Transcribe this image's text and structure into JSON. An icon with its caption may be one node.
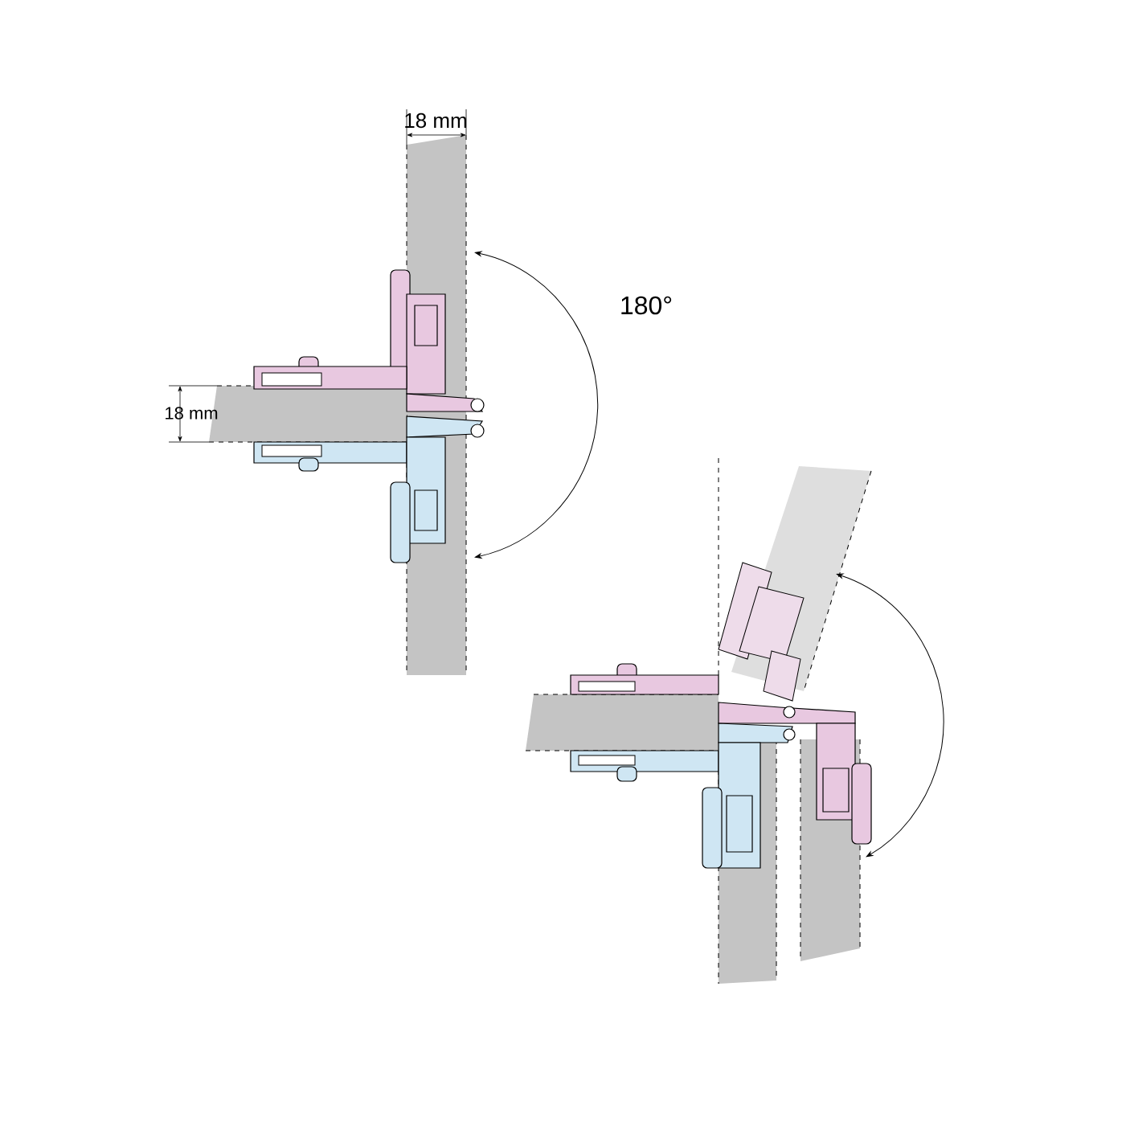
{
  "diagram": {
    "labels": [
      "18 mm",
      "18 mm",
      "180°"
    ]
  }
}
